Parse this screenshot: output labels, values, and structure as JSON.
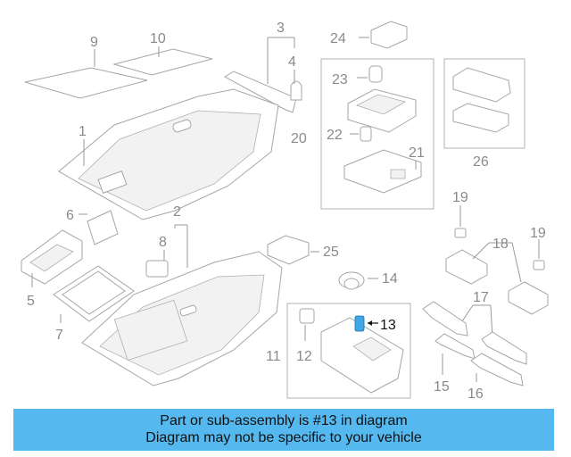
{
  "callouts": {
    "c1": "1",
    "c2": "2",
    "c3": "3",
    "c4": "4",
    "c5": "5",
    "c6": "6",
    "c7": "7",
    "c8": "8",
    "c9": "9",
    "c10": "10",
    "c11": "11",
    "c12": "12",
    "c13": "13",
    "c14": "14",
    "c15": "15",
    "c16": "16",
    "c17": "17",
    "c18": "18",
    "c19a": "19",
    "c19b": "19",
    "c20": "20",
    "c21": "21",
    "c22": "22",
    "c23": "23",
    "c24": "24",
    "c25": "25",
    "c26": "26"
  },
  "highlight": {
    "part": "13",
    "color": "#3fa7e6"
  },
  "caption": {
    "line1": "Part or sub-assembly is #13 in diagram",
    "line2": "Diagram may not be specific to your vehicle",
    "background": "#55b8ee"
  }
}
